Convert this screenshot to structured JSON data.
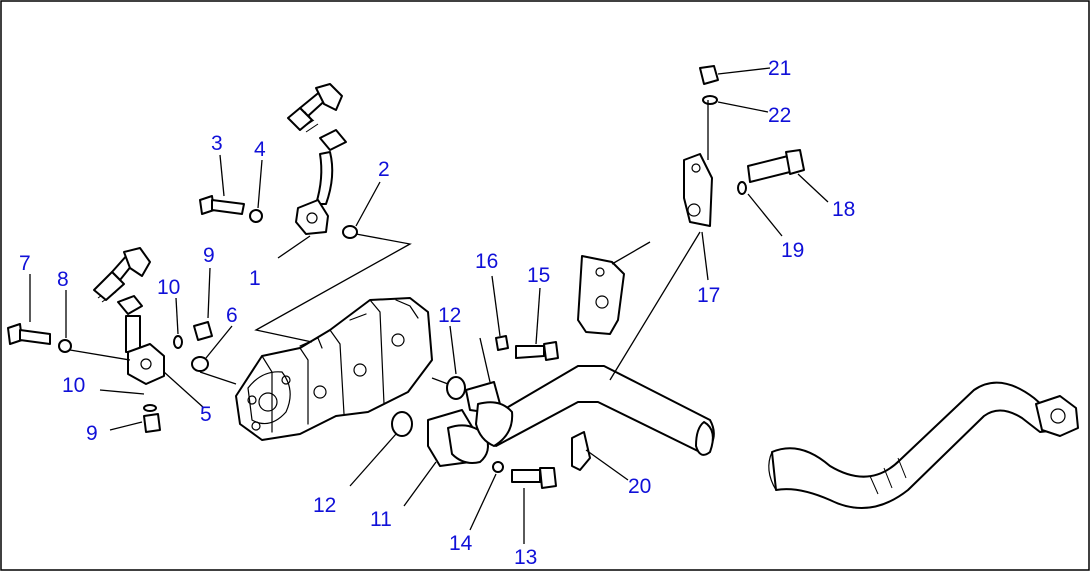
{
  "labels": {
    "l1": "1",
    "l2": "2",
    "l3": "3",
    "l4": "4",
    "l5": "5",
    "l6": "6",
    "l7": "7",
    "l8": "8",
    "l9a": "9",
    "l9b": "9",
    "l10a": "10",
    "l10b": "10",
    "l11": "11",
    "l12a": "12",
    "l12b": "12",
    "l13": "13",
    "l14": "14",
    "l15": "15",
    "l16": "16",
    "l17": "17",
    "l18": "18",
    "l19": "19",
    "l20": "20",
    "l21": "21",
    "l22": "22"
  },
  "colors": {
    "callout": "#1010d8",
    "line": "#000000",
    "background": "#ffffff"
  }
}
